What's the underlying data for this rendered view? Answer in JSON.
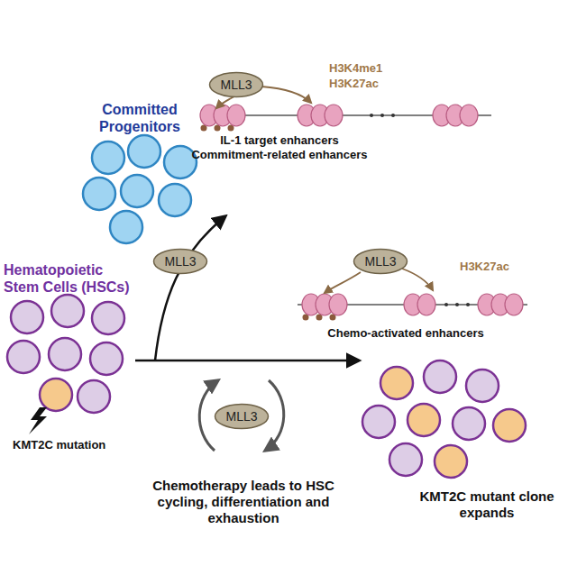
{
  "diagram": {
    "nodes": [
      {
        "text": [
          "MLL3"
        ]
      },
      {
        "text": [
          "MLL3"
        ]
      },
      {
        "text": [
          "MLL3"
        ]
      },
      {
        "text": [
          "MLL3"
        ]
      }
    ],
    "labels": [
      "Committed Progenitors",
      "H3K4me1",
      "H3K27ac",
      "IL-1 target enhancers",
      "Commitment-related enhancers",
      "Hematopoietic Stem Cells (HSCs)",
      "H3K27ac",
      "Chemo-activated enhancers",
      "KMT2C mutation",
      "Chemotherapy leads to HSC cycling, differentiation and exhaustion",
      "KMT2C mutant clone expands"
    ]
  }
}
